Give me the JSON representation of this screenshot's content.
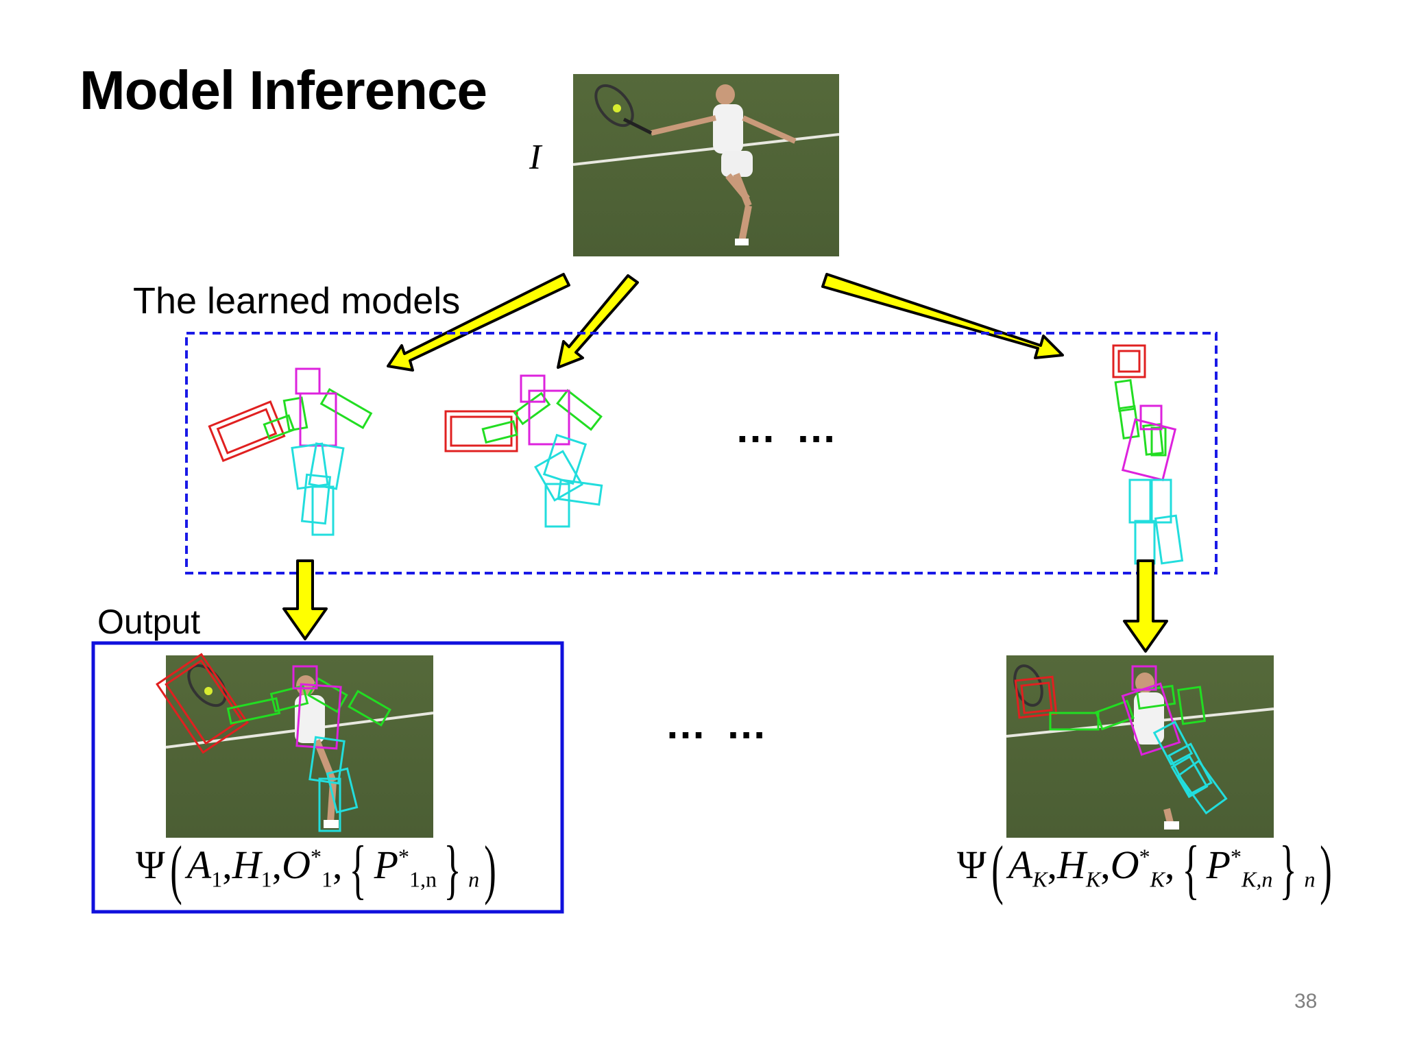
{
  "slide": {
    "title": "Model Inference",
    "learned_label": "The learned models",
    "output_label": "Output",
    "image_label": "I",
    "dots_top": "… …",
    "dots_bottom": "… …",
    "page_number": "38"
  },
  "formulas": {
    "first": {
      "psi": "Ψ",
      "A": "A",
      "A_sub": "1",
      "H": "H",
      "H_sub": "1",
      "O": "O",
      "O_sub": "1",
      "O_sup": "*",
      "P": "P",
      "P_sub": "1,n",
      "P_sup": "*",
      "outer_sub": "n"
    },
    "last": {
      "psi": "Ψ",
      "A": "A",
      "A_sub": "K",
      "H": "H",
      "H_sub": "K",
      "O": "O",
      "O_sub": "K",
      "O_sup": "*",
      "P": "P",
      "P_sub": "K,n",
      "P_sup": "*",
      "outer_sub": "n"
    }
  },
  "colors": {
    "arrow_fill": "#ffff00",
    "arrow_stroke": "#000000",
    "dashed_box": "#1a1ae6",
    "output_box": "#1010dd",
    "object_part": "#e02020",
    "arm_part": "#22dd22",
    "torso_head_part": "#dd22dd",
    "leg_part": "#22dddd",
    "grass": "#5a6b3a"
  },
  "icons": {
    "input_photo": "tennis-player-photo",
    "output_photo_1": "tennis-player-pose-photo",
    "output_photo_k": "tennis-player-pose-photo"
  }
}
